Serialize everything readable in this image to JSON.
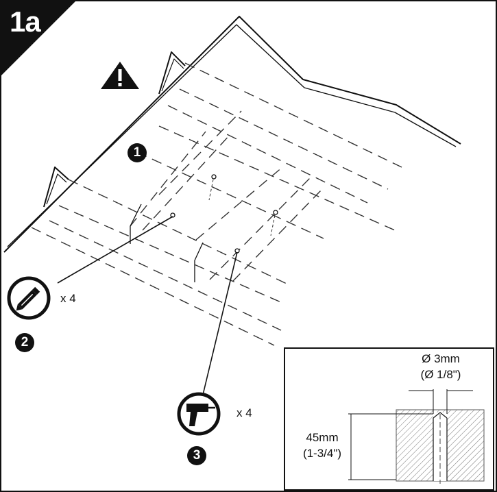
{
  "step_label": "1a",
  "callouts": {
    "part_1": "1",
    "part_2": "2",
    "part_3": "3"
  },
  "pencil": {
    "icon": "pencil-icon",
    "quantity": "x 4"
  },
  "drill": {
    "icon": "drill-icon",
    "quantity": "x 4"
  },
  "warning": {
    "icon": "warning-icon"
  },
  "detail": {
    "diameter_mm": "Ø 3mm",
    "diameter_in": "(Ø 1/8\")",
    "depth_mm": "45mm",
    "depth_in": "(1-3/4\")"
  },
  "colors": {
    "ink": "#111111",
    "background": "#ffffff"
  }
}
